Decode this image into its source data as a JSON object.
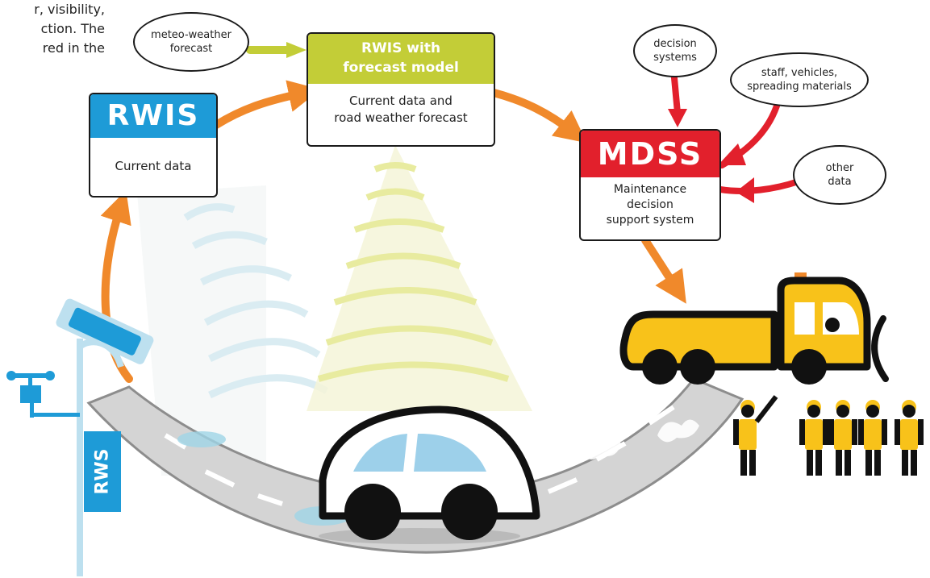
{
  "intro_text": [
    "r, visibility,",
    "ction. The",
    "red in the"
  ],
  "rwis": {
    "title": "RWIS",
    "body": "Current data"
  },
  "rwis_forecast": {
    "title_line1": "RWIS with",
    "title_line2": "forecast model",
    "body_line1": "Current data and",
    "body_line2": "road weather forecast"
  },
  "mdss": {
    "title": "MDSS",
    "body_line1": "Maintenance",
    "body_line2": "decision",
    "body_line3": "support system"
  },
  "bubbles": {
    "meteo": "meteo-weather\nforecast",
    "decision": "decision\nsystems",
    "staff": "staff, vehicles,\nspreading materials",
    "other": "other\ndata"
  },
  "rws_label": "RWS",
  "colors": {
    "rwis_blue": "#1e9bd7",
    "forecast_green": "#c3cd37",
    "mdss_red": "#e2202c",
    "flow_orange": "#f0892b",
    "truck_yellow": "#f8c21a",
    "road_gray": "#d2d2d2"
  }
}
